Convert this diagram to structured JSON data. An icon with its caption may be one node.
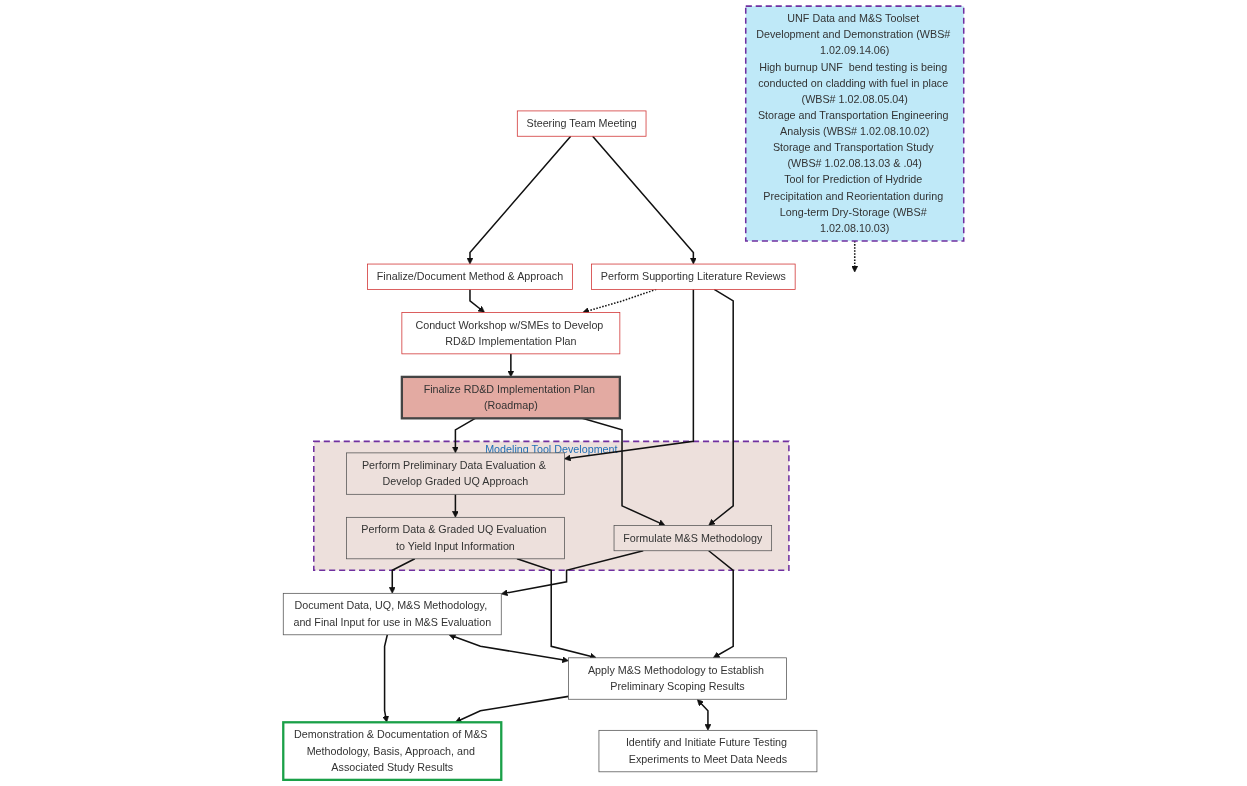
{
  "diagram": {
    "nodes": [
      {
        "text": [
          "Steering Team Meeting"
        ]
      },
      {
        "text": [
          "Perform Supporting Literature Reviews"
        ]
      },
      {
        "text": [
          "Finalize/Document Method & Approach"
        ]
      },
      {
        "text": [
          "Conduct Workshop w/SMEs to Develop RD&D Implementation Plan"
        ]
      },
      {
        "text": [
          "Finalize RD&D Implementation Plan (Roadmap)"
        ]
      },
      {
        "text": [
          "Modeling Tool Development"
        ]
      },
      {
        "text": [
          "Perform Preliminary Data Evaluation & Develop Graded UQ Approach"
        ],
        "in": 5
      },
      {
        "text": [
          "Formulate M&S Methodology"
        ],
        "in": 5
      },
      {
        "text": [
          "Perform Data & Graded UQ Evaluation to Yield Input Information"
        ],
        "in": 5
      },
      {
        "text": [
          "Demonstration & Documentation of M&S Methodology, Basis, Approach, and Associated Study Results"
        ]
      },
      {
        "text": [
          "Document Data, UQ, M&S Methodology, and Final Input for use in M&S Evaluation"
        ]
      },
      {
        "text": [
          "Apply M&S Methodology to Establish Preliminary Scoping Results"
        ]
      },
      {
        "text": [
          "Identify and Initiate Future Testing Experiments to Meet Data Needs"
        ]
      },
      {
        "text": [
          "UNF Data and M&S Toolset Development and Demonstration (WBS# 1.02.09.14.06)",
          "High burnup UNF  bend testing is being conducted on cladding with fuel in place (WBS# 1.02.08.05.04)",
          "Storage and Transportation Engineering Analysis (WBS# 1.02.08.10.02)",
          "Storage and Transportation Study (WBS# 1.02.08.13.03 & .04)",
          "Tool for Prediction of Hydride Precipitation and Reorientation during Long-term Dry-Storage (WBS# 1.02.08.10.03)"
        ]
      }
    ],
    "edges": [
      {
        "from": 0,
        "to": 2,
        "arrow": "to"
      },
      {
        "from": 0,
        "to": 1,
        "arrow": "to"
      },
      {
        "from": 1,
        "to": 3,
        "arrow": "to",
        "style": "dashed"
      },
      {
        "from": 2,
        "to": 3,
        "arrow": "to"
      },
      {
        "from": 3,
        "to": 4,
        "arrow": "to"
      },
      {
        "from": 1,
        "to": 6,
        "arrow": "to"
      },
      {
        "from": 1,
        "to": 7,
        "arrow": "to"
      },
      {
        "from": 4,
        "to": 6,
        "arrow": "to"
      },
      {
        "from": 4,
        "to": 7,
        "arrow": "to"
      },
      {
        "from": 6,
        "to": 8,
        "arrow": "to"
      },
      {
        "from": 8,
        "to": 10,
        "arrow": "to"
      },
      {
        "from": 8,
        "to": 11,
        "arrow": "to"
      },
      {
        "from": 7,
        "to": 10,
        "arrow": "to"
      },
      {
        "from": 7,
        "to": 11,
        "arrow": "to"
      },
      {
        "from": 10,
        "to": 9,
        "arrow": "to"
      },
      {
        "from": 11,
        "to": 9,
        "arrow": "to"
      },
      {
        "from": 10,
        "to": 11,
        "arrow": "both"
      },
      {
        "from": 11,
        "to": 12,
        "arrow": "both"
      },
      {
        "from": 13,
        "to": null,
        "arrow": "to",
        "style": "dashed"
      }
    ]
  }
}
